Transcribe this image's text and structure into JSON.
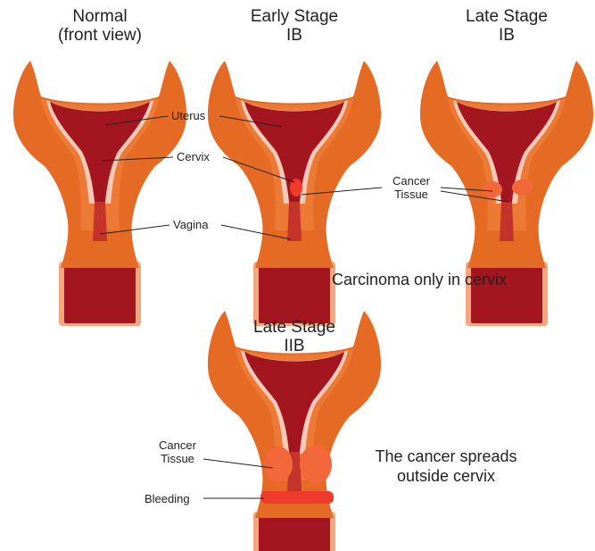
{
  "panels": [
    {
      "title_line1": "Normal",
      "title_line2": "(front view)"
    },
    {
      "title_line1": "Early Stage",
      "title_line2": "IB"
    },
    {
      "title_line1": "Late Stage",
      "title_line2": "IB"
    },
    {
      "title_line1": "Late Stage",
      "title_line2": "IIB"
    }
  ],
  "labels": {
    "uterus": "Uterus",
    "cervix": "Cervix",
    "vagina": "Vagina",
    "cancer_tissue_line1": "Cancer",
    "cancer_tissue_line2": "Tissue",
    "bleeding": "Bleeding"
  },
  "captions": {
    "stage_ib": "Carcinoma only in cervix",
    "stage_iib_line1": "The cancer spreads",
    "stage_iib_line2": "outside cervix"
  },
  "colors": {
    "tube_orange": "#e56a24",
    "tube_light": "#f08a48",
    "uterus_red": "#a3161f",
    "lining_pink": "#f6c9b8",
    "outline_peach": "#f4a77e",
    "cancer_red": "#ef3b2c",
    "cancer_glow": "#f3683a"
  }
}
